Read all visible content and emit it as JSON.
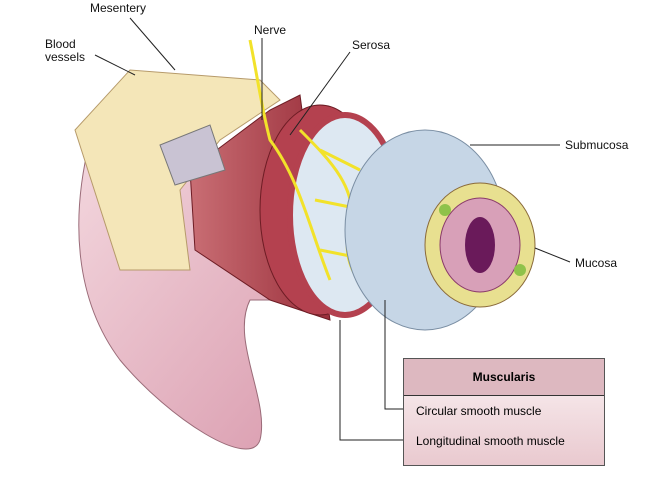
{
  "labels": {
    "mesentery": "Mesentery",
    "blood_vessels": "Blood\nvessels",
    "nerve": "Nerve",
    "serosa": "Serosa",
    "submucosa": "Submucosa",
    "mucosa": "Mucosa"
  },
  "legend": {
    "title": "Muscularis",
    "items": [
      "Circular smooth muscle",
      "Longitudinal smooth muscle"
    ]
  },
  "colors": {
    "muscle": "#b4414f",
    "nerve": "#f2e22a",
    "submucosa": "#c6d6e6",
    "mucosa": "#d8a0b8",
    "mesentery": "#f4e6b8"
  }
}
